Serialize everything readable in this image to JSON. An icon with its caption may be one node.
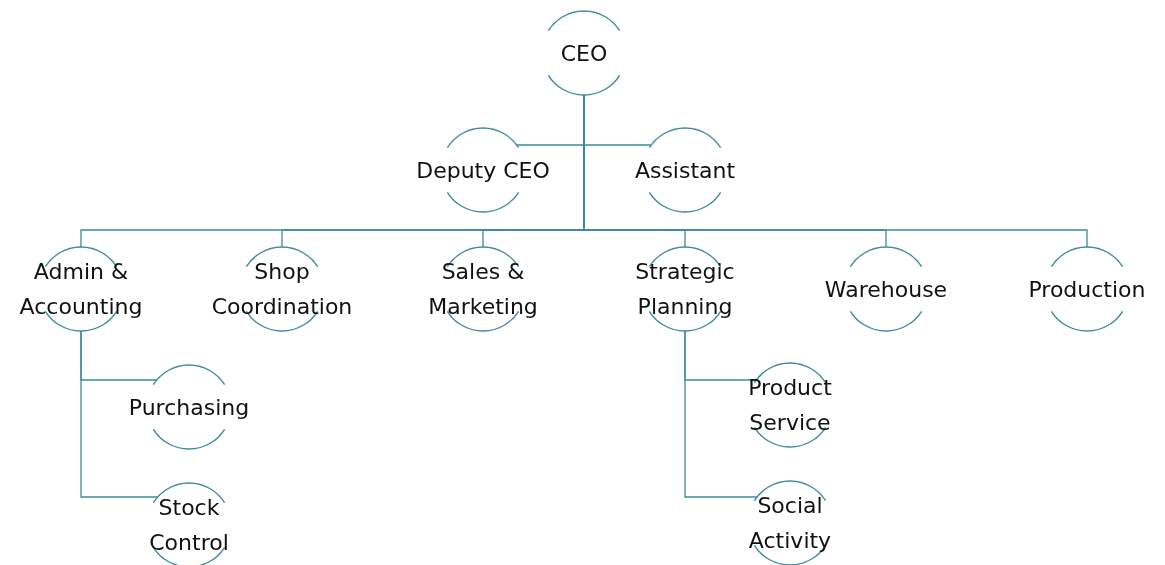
{
  "diagram": {
    "nodes": [
      {
        "text": [
          "CEO"
        ]
      },
      {
        "text": [
          "Deputy CEO"
        ]
      },
      {
        "text": [
          "Assistant"
        ]
      },
      {
        "text": [
          "Admin & Accounting"
        ]
      },
      {
        "text": [
          "Shop Coordination"
        ]
      },
      {
        "text": [
          "Sales & Marketing"
        ]
      },
      {
        "text": [
          "Strategic Planning"
        ]
      },
      {
        "text": [
          "Warehouse"
        ]
      },
      {
        "text": [
          "Production"
        ]
      },
      {
        "text": [
          "Purchasing"
        ]
      },
      {
        "text": [
          "Stock Control"
        ]
      },
      {
        "text": [
          "Product Service"
        ]
      },
      {
        "text": [
          "Social Activity"
        ]
      }
    ],
    "edges": [
      {
        "from": 0,
        "to": 1,
        "arrow": "none"
      },
      {
        "from": 0,
        "to": 2,
        "arrow": "none"
      },
      {
        "from": 0,
        "to": 3,
        "arrow": "none"
      },
      {
        "from": 0,
        "to": 4,
        "arrow": "none"
      },
      {
        "from": 0,
        "to": 5,
        "arrow": "none"
      },
      {
        "from": 0,
        "to": 6,
        "arrow": "none"
      },
      {
        "from": 0,
        "to": 7,
        "arrow": "none"
      },
      {
        "from": 0,
        "to": 8,
        "arrow": "none"
      },
      {
        "from": 3,
        "to": 9,
        "arrow": "none"
      },
      {
        "from": 3,
        "to": 10,
        "arrow": "none"
      },
      {
        "from": 6,
        "to": 11,
        "arrow": "none"
      },
      {
        "from": 6,
        "to": 12,
        "arrow": "none"
      }
    ]
  }
}
